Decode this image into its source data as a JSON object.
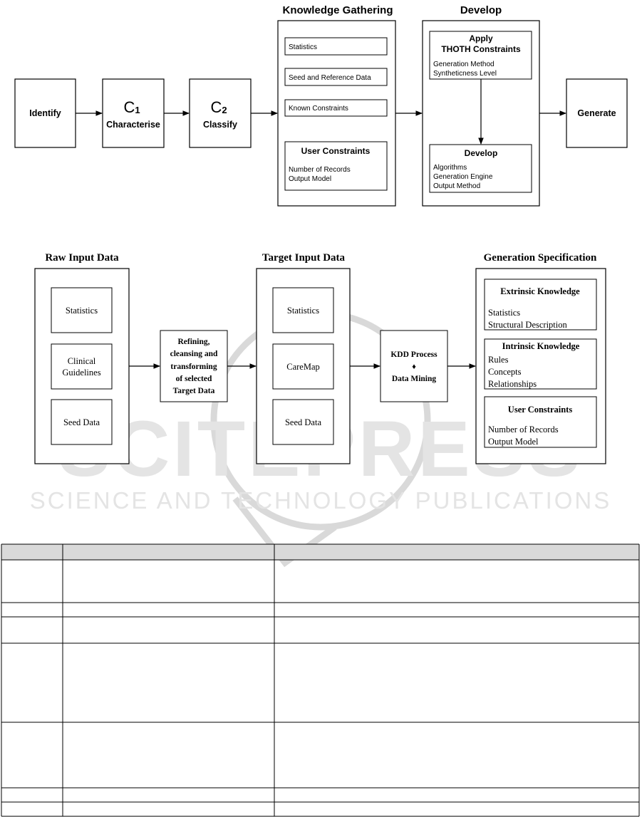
{
  "diagram1": {
    "titles": {
      "knowledge_gathering": "Knowledge Gathering",
      "develop": "Develop"
    },
    "nodes": {
      "identify": "Identify",
      "c1_symbol": "C",
      "c1_sub": "1",
      "c1_label": "Characterise",
      "c2_symbol": "C",
      "c2_sub": "2",
      "c2_label": "Classify",
      "generate": "Generate"
    },
    "knowledge_items": [
      "Statistics",
      "Seed and Reference Data",
      "Known Constraints"
    ],
    "user_constraints": {
      "title": "User Constraints",
      "lines": [
        "Number of Records",
        "Output Model"
      ]
    },
    "apply": {
      "title_line1": "Apply",
      "title_line2": "THOTH Constraints",
      "lines": [
        "Generation Method",
        "Syntheticness Level"
      ]
    },
    "develop_inner": {
      "title": "Develop",
      "lines": [
        "Algorithms",
        "Generation Engine",
        "Output Method"
      ]
    }
  },
  "diagram2": {
    "titles": {
      "raw": "Raw Input Data",
      "target": "Target Input Data",
      "spec": "Generation Specification"
    },
    "raw_items": [
      [
        "Statistics"
      ],
      [
        "Clinical",
        "Guidelines"
      ],
      [
        "Seed Data"
      ]
    ],
    "refine_lines": [
      "Refining,",
      "cleansing and",
      "transforming",
      "of selected",
      "Target Data"
    ],
    "target_items": [
      [
        "Statistics"
      ],
      [
        "CareMap"
      ],
      [
        "Seed Data"
      ]
    ],
    "kdd": {
      "line1": "KDD Process",
      "diamond": "♦",
      "line2": "Data Mining"
    },
    "extrinsic": {
      "title": "Extrinsic Knowledge",
      "lines": [
        "Statistics",
        "Structural Description"
      ]
    },
    "intrinsic": {
      "title": "Intrinsic Knowledge",
      "lines": [
        "Rules",
        "Concepts",
        "Relationships"
      ]
    },
    "user_constraints": {
      "title": "User Constraints",
      "lines": [
        "Number of Records",
        "Output Model"
      ]
    }
  },
  "watermark": {
    "big": "SCITEPRESS",
    "small": "SCIENCE AND TECHNOLOGY PUBLICATIONS"
  },
  "table": {
    "header": [
      "",
      "",
      ""
    ],
    "rows": [
      [
        "",
        "",
        ""
      ],
      [
        "",
        "",
        ""
      ],
      [
        "",
        "",
        ""
      ],
      [
        "",
        "",
        ""
      ],
      [
        "",
        "",
        ""
      ],
      [
        "",
        "",
        ""
      ],
      [
        "",
        "",
        ""
      ]
    ]
  }
}
